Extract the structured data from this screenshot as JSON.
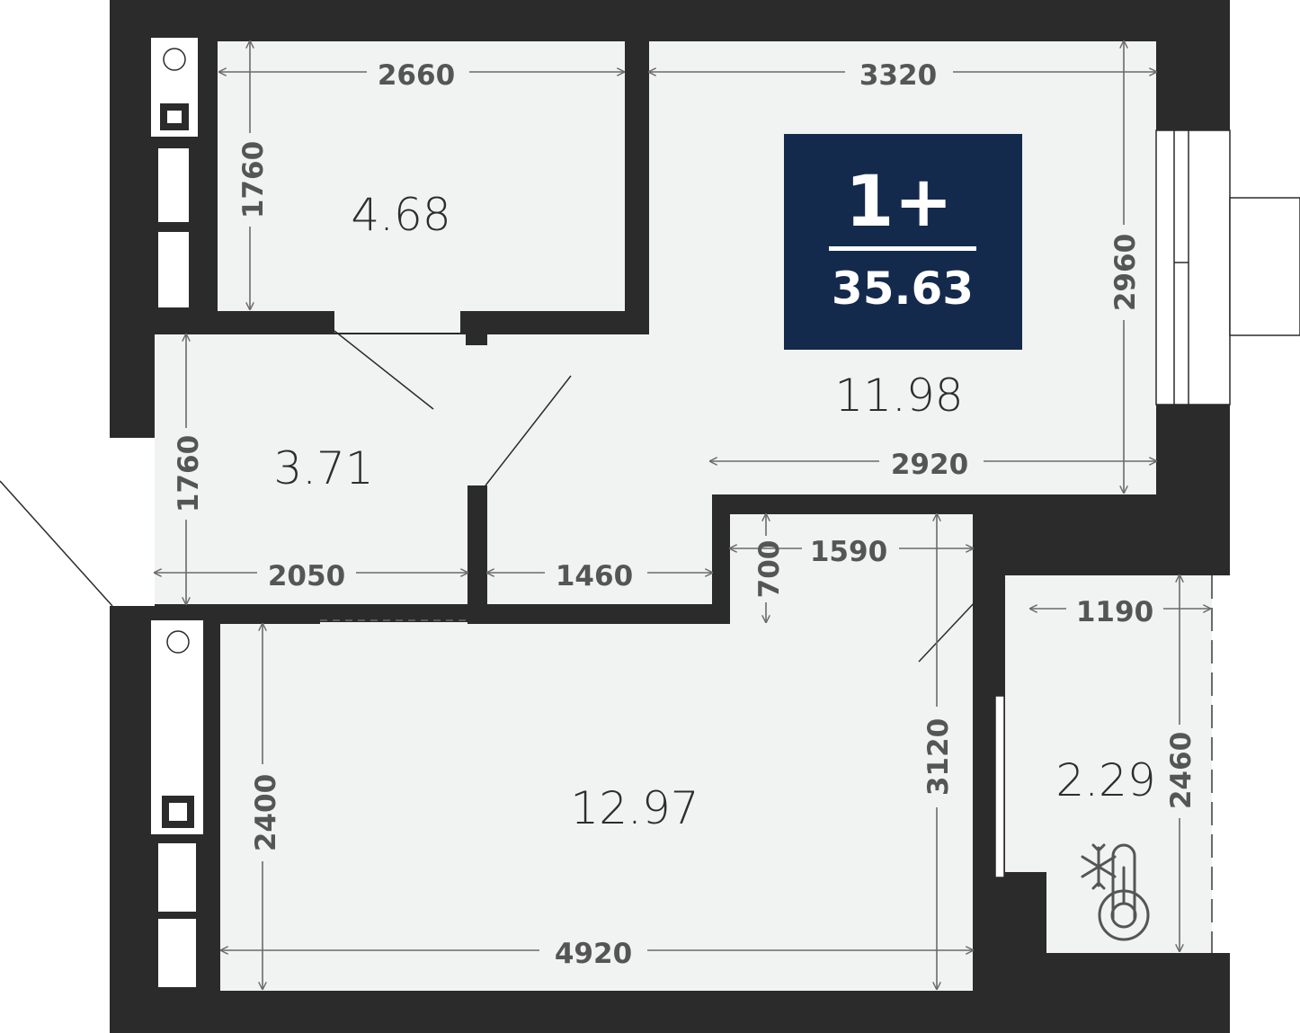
{
  "plan": {
    "badge": {
      "rooms": "1+",
      "total_area": "35.63"
    },
    "rooms": [
      {
        "id": "bathroom",
        "area": "4.68"
      },
      {
        "id": "hallway",
        "area": "3.71"
      },
      {
        "id": "kitchen",
        "area": "11.98"
      },
      {
        "id": "bedroom",
        "area": "12.97"
      },
      {
        "id": "balcony",
        "area": "2.29"
      }
    ],
    "dimensions": [
      "2660",
      "3320",
      "1760",
      "2960",
      "2920",
      "1760",
      "2050",
      "1460",
      "1590",
      "700",
      "1190",
      "3120",
      "2460",
      "2400",
      "4920"
    ],
    "icons": [
      "snowflake-thermometer-icon"
    ],
    "colors": {
      "wall": "#2b2b2b",
      "floor": "#f1f2f2",
      "badge": "#142a4d",
      "dimension": "#6a6a6a"
    }
  }
}
